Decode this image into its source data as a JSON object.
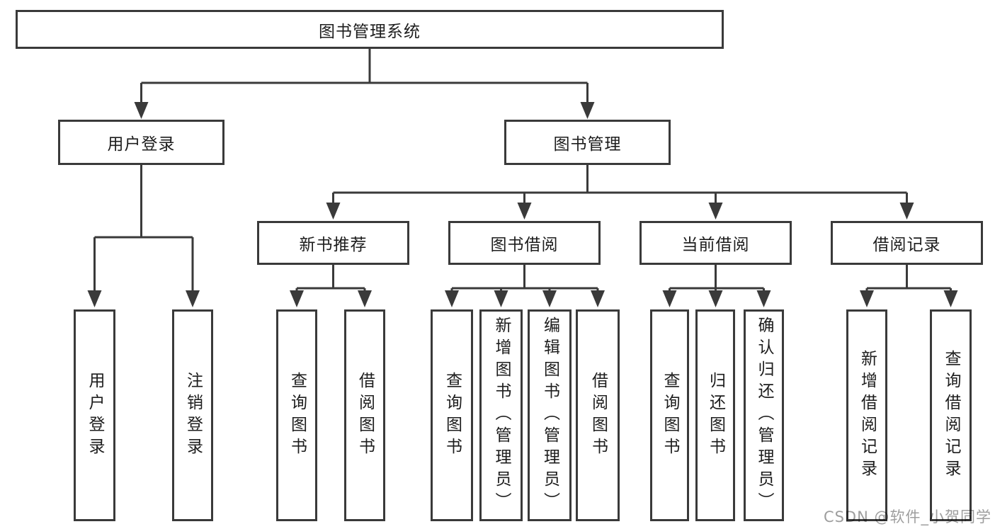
{
  "tree": {
    "root": {
      "label": "图书管理系统"
    },
    "branches": [
      {
        "label": "用户登录",
        "children": [
          {
            "label": "用户登录"
          },
          {
            "label": "注销登录"
          }
        ]
      },
      {
        "label": "图书管理",
        "children": [
          {
            "label": "新书推荐",
            "children": [
              {
                "label": "查询图书"
              },
              {
                "label": "借阅图书"
              }
            ]
          },
          {
            "label": "图书借阅",
            "children": [
              {
                "label": "查询图书"
              },
              {
                "label": "新增图书（管理员）"
              },
              {
                "label": "编辑图书（管理员）"
              },
              {
                "label": "借阅图书"
              }
            ]
          },
          {
            "label": "当前借阅",
            "children": [
              {
                "label": "查询图书"
              },
              {
                "label": "归还图书"
              },
              {
                "label": "确认归还（管理员）"
              }
            ]
          },
          {
            "label": "借阅记录",
            "children": [
              {
                "label": "新增借阅记录"
              },
              {
                "label": "查询借阅记录"
              }
            ]
          }
        ]
      }
    ]
  },
  "watermark": {
    "text": "CSDN @软件_小贺同学"
  },
  "colors": {
    "line": "#3a3a3a",
    "text": "#1d1d1d",
    "background": "#ffffff",
    "watermark": "#9e9e9e"
  }
}
